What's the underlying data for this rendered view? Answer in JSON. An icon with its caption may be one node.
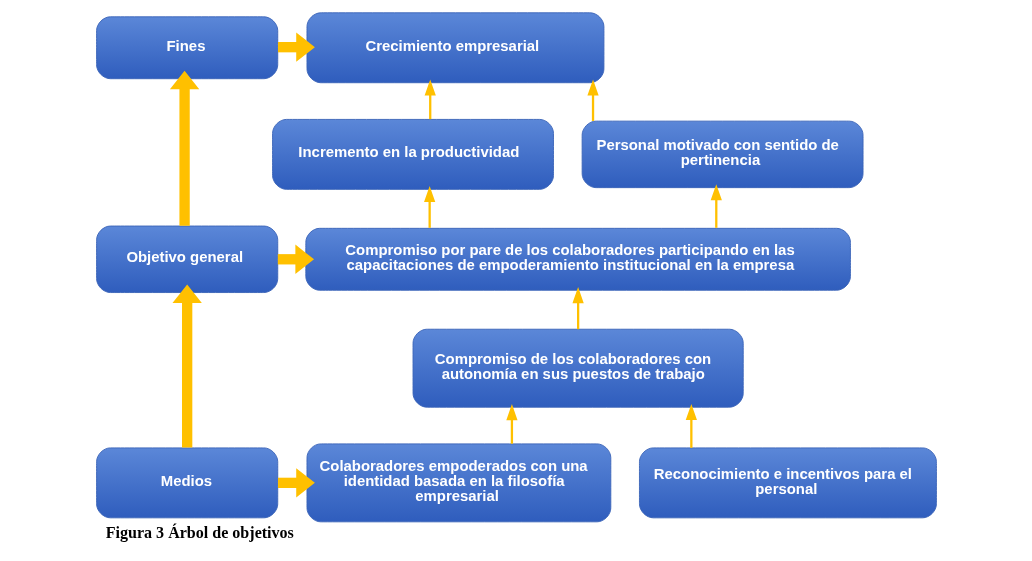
{
  "diagram": {
    "caption": "Figura 3 Árbol de objetivos",
    "nodes": [
      {
        "text": [
          "Fines"
        ]
      },
      {
        "text": [
          "Crecimiento empresarial"
        ]
      },
      {
        "text": [
          "Incremento en la productividad"
        ]
      },
      {
        "text": [
          "Personal motivado con sentido de pertinencia"
        ]
      },
      {
        "text": [
          "Objetivo general"
        ]
      },
      {
        "text": [
          "Compromiso por pare de los colaboradores participando en las capacitaciones de empoderamiento institucional en la empresa"
        ]
      },
      {
        "text": [
          "Compromiso de los colaboradores con autonomía en sus puestos de trabajo"
        ]
      },
      {
        "text": [
          "Medios"
        ]
      },
      {
        "text": [
          "Colaboradores empoderados con una identidad basada en la filosofía empresarial"
        ]
      },
      {
        "text": [
          "Reconocimiento e incentivos para el personal"
        ]
      }
    ],
    "edges": [
      {
        "from": 0,
        "to": 1,
        "arrow": "to",
        "style": "thick"
      },
      {
        "from": 4,
        "to": 0,
        "arrow": "to",
        "style": "thick"
      },
      {
        "from": 2,
        "to": 1,
        "arrow": "to"
      },
      {
        "from": 3,
        "to": 1,
        "arrow": "to"
      },
      {
        "from": 5,
        "to": 2,
        "arrow": "to"
      },
      {
        "from": 5,
        "to": 3,
        "arrow": "to"
      },
      {
        "from": 4,
        "to": 5,
        "arrow": "to",
        "style": "thick"
      },
      {
        "from": 6,
        "to": 5,
        "arrow": "to"
      },
      {
        "from": 7,
        "to": 4,
        "arrow": "to",
        "style": "thick"
      },
      {
        "from": 7,
        "to": 8,
        "arrow": "to",
        "style": "thick"
      },
      {
        "from": 8,
        "to": 6,
        "arrow": "to"
      },
      {
        "from": 9,
        "to": 6,
        "arrow": "to"
      }
    ]
  }
}
